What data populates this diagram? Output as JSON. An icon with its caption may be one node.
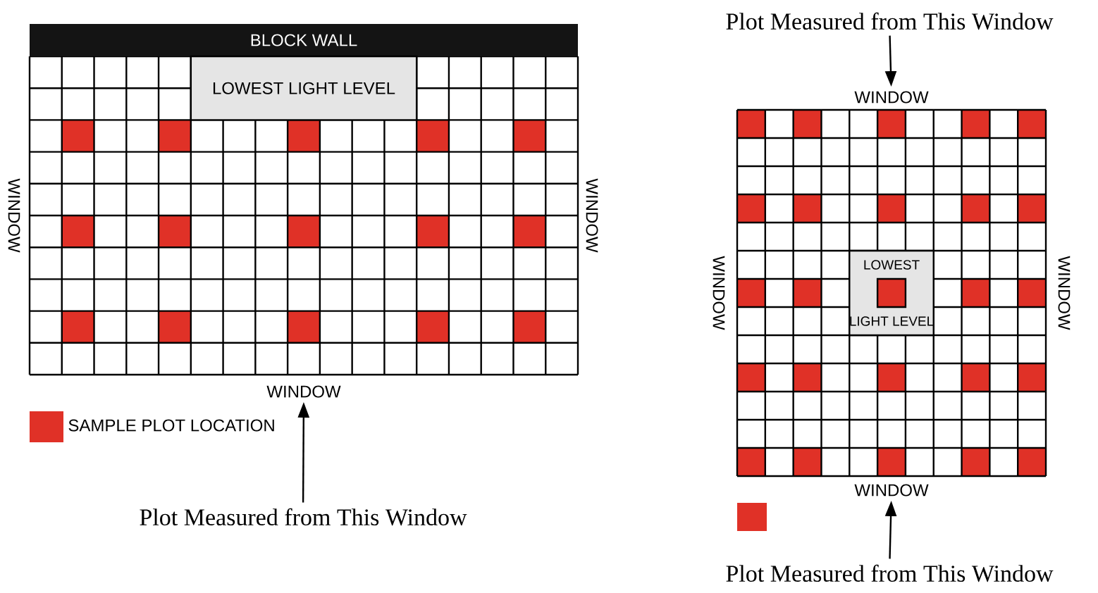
{
  "diagram": {
    "nodes": [
      {
        "text": [
          "BLOCK WALL"
        ]
      },
      {
        "text": [
          "LOWEST LIGHT LEVEL"
        ]
      },
      {
        "text": [
          "WINDOW"
        ]
      },
      {
        "text": [
          "Plot Measured from This Window"
        ]
      },
      {
        "text": [
          "Plot Measured from This Window"
        ]
      },
      {
        "text": [
          "WINDOW"
        ]
      },
      {
        "text": [
          "LOWEST",
          "LIGHT LEVEL"
        ]
      },
      {
        "text": [
          "WINDOW"
        ]
      },
      {
        "text": [
          "Plot Measured from This Window"
        ]
      }
    ],
    "edges": [
      {
        "from": 3,
        "to": 2,
        "arrow": "to"
      },
      {
        "from": 4,
        "to": 5,
        "arrow": "to"
      },
      {
        "from": 8,
        "to": 7,
        "arrow": "to"
      }
    ],
    "labels": [
      "WINDOW",
      "WINDOW",
      "WINDOW",
      "WINDOW"
    ],
    "legend": [
      {
        "text": "SAMPLE PLOT LOCATION",
        "color": "#e03127"
      }
    ]
  }
}
